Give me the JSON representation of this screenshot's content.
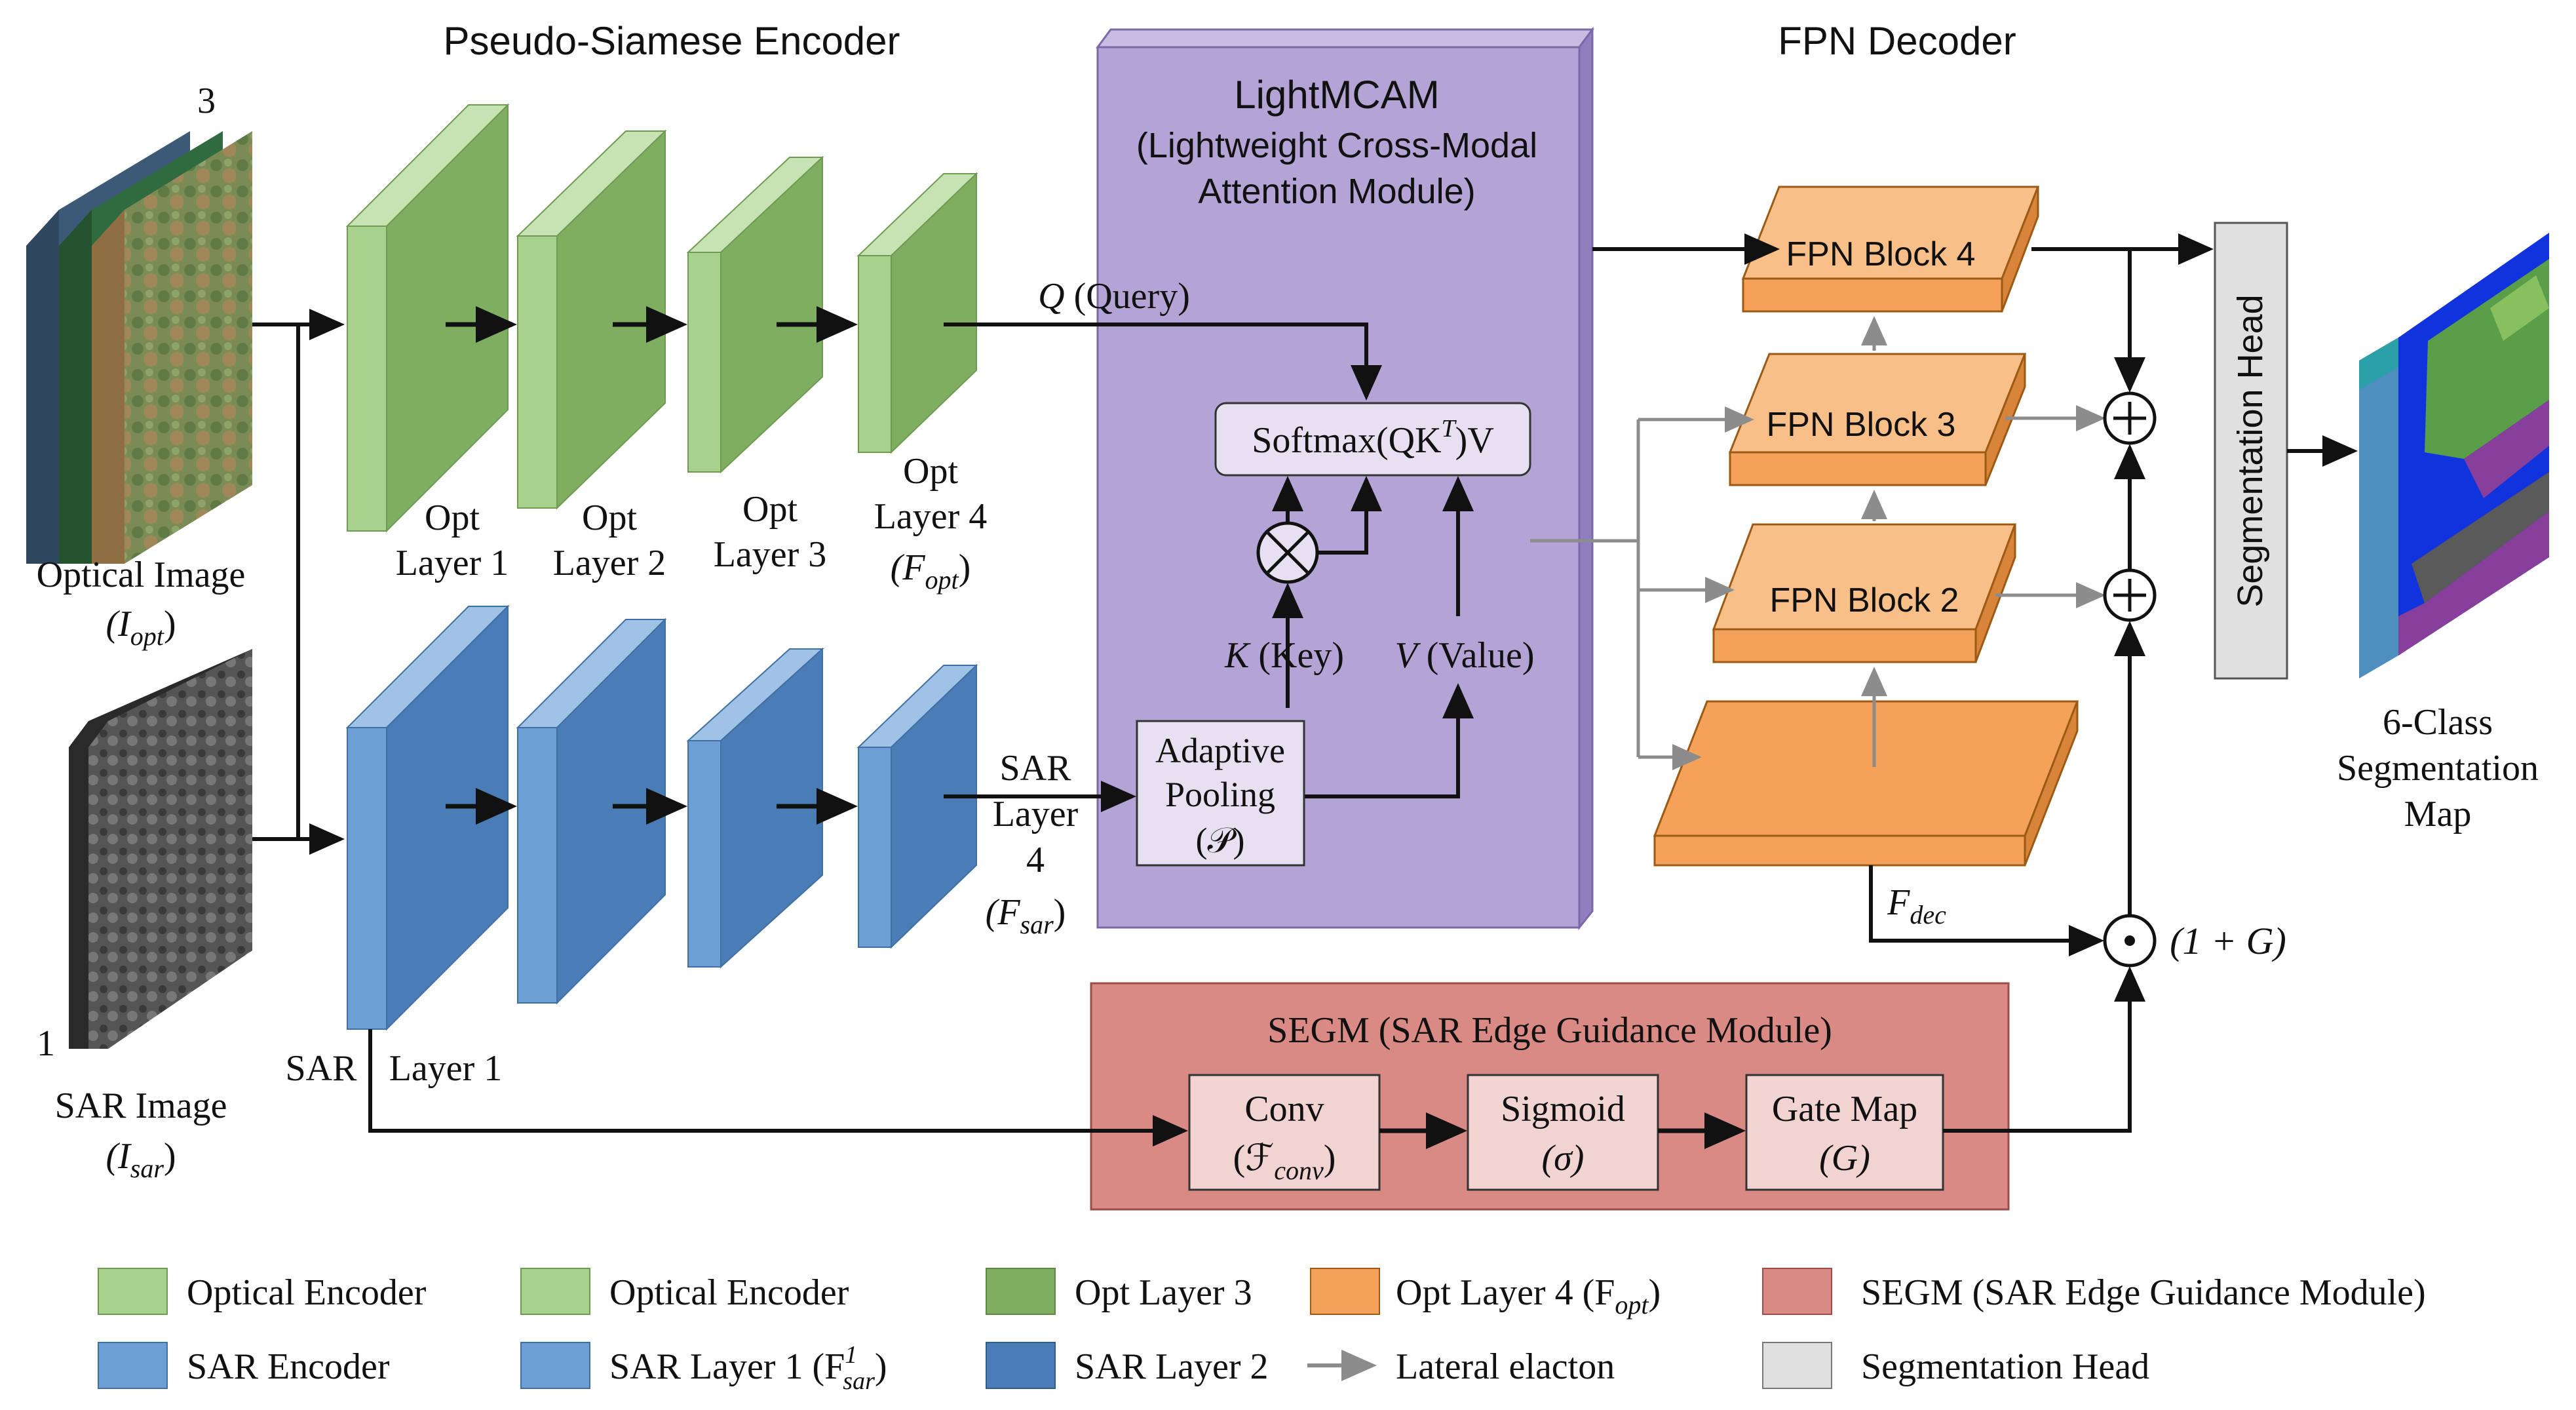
{
  "header": {
    "encoder_title": "Pseudo-Siamese Encoder",
    "decoder_title": "FPN Decoder"
  },
  "inputs": {
    "optical_channels": "3",
    "optical_label": "Optical Image",
    "optical_symbol": "(I",
    "optical_sub": "opt",
    "sar_channels": "1",
    "sar_label": "SAR Image",
    "sar_symbol": "(I",
    "sar_sub": "sar"
  },
  "opt_encoder": {
    "opt": "Opt",
    "layer1": "Layer 1",
    "layer2": "Layer 2",
    "layer3": "Layer 3",
    "layer4": "Layer 4",
    "f_opt_main": "(F",
    "f_opt_sub": "opt"
  },
  "sar_encoder": {
    "layer1_a": "SAR",
    "layer1_b": "Layer 1",
    "layer4_sar": "SAR",
    "layer4_layer": "Layer",
    "layer4_num": "4",
    "f_sar_main": "(F",
    "f_sar_sub": "sar"
  },
  "lightmcam": {
    "title": "LightMCAM",
    "subtitle_line1": "(Lightweight Cross-Modal",
    "subtitle_line2": "Attention Module)",
    "query_sym": "Q",
    "query_word": " (Query)",
    "softmax_a": "Softmax(QK",
    "softmax_sup": "T",
    "softmax_b": ")V",
    "key_sym": "K",
    "key_word": " (Key)",
    "value_sym": "V",
    "value_word": " (Value)",
    "pool_line1": "Adaptive",
    "pool_line2": "Pooling",
    "pool_line3": "(𝒫)"
  },
  "fpn": {
    "block4": "FPN Block 4",
    "block3": "FPN Block 3",
    "block2": "FPN Block 2",
    "f_dec_main": "F",
    "f_dec_sub": "dec",
    "gate_expr": "(1 + G)"
  },
  "head": {
    "label": "Segmentation Head",
    "output_line1": "6-Class",
    "output_line2": "Segmentation",
    "output_line3": "Map"
  },
  "segm": {
    "title": "SEGM (SAR Edge Guidance Module)",
    "conv_line1": "Conv",
    "conv_line2_main": "(ℱ",
    "conv_line2_sub": "conv",
    "conv_line2_end": ")",
    "sigmoid_line1": "Sigmoid",
    "sigmoid_line2": "(σ)",
    "gate_line1": "Gate Map",
    "gate_line2": "(G)"
  },
  "legend": {
    "item1": "Optical Encoder",
    "item2": "Optical Encoder",
    "item3": "Opt Layer 3",
    "item4_main": "Opt Layer 4 (F",
    "item4_sub": "opt",
    "item4_end": ")",
    "item5": "SEGM (SAR Edge Guidance Module)",
    "item6": "SAR Encoder",
    "item7_main": "SAR Layer 1 (F",
    "item7_sup": "1",
    "item7_sub": "sar",
    "item7_end": ")",
    "item8": "SAR Layer 2",
    "item9": "Lateral elacton",
    "item10": "Segmentation Head"
  },
  "colors": {
    "opt_front": "#a9d18e",
    "opt_side": "#7fae61",
    "opt_top": "#c8e3b3",
    "sar_front": "#6e9fd4",
    "sar_side": "#4a7db5",
    "sar_top": "#9fc2e6",
    "fpn_front": "#f4a259",
    "fpn_top": "#f8bf88",
    "lightmcam_bg": "#b4a4d6",
    "segm_bg": "#d98a85",
    "segm_box": "#f1d3d1",
    "head_bg": "#e0e0e0",
    "arrow": "#111111",
    "lateral": "#8c8c8c"
  }
}
